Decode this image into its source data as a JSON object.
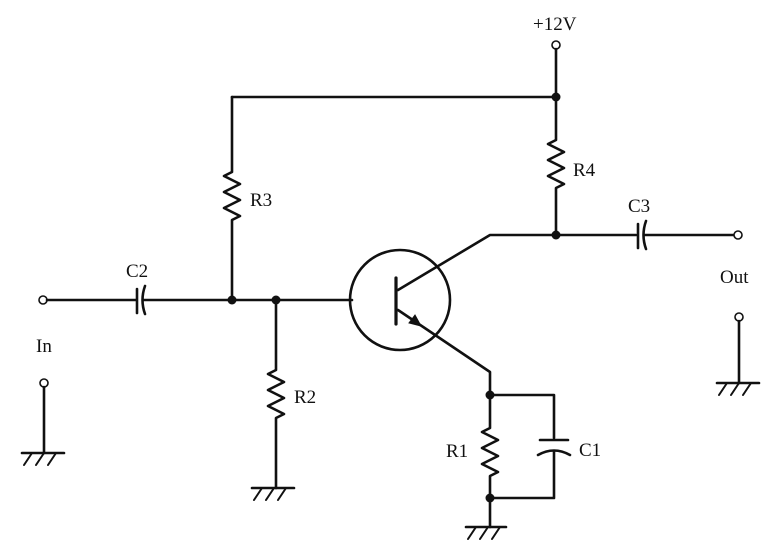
{
  "labels": {
    "supply": "+12V",
    "input": "In",
    "output": "Out",
    "r1": "R1",
    "r2": "R2",
    "r3": "R3",
    "r4": "R4",
    "c1": "C1",
    "c2": "C2",
    "c3": "C3"
  }
}
